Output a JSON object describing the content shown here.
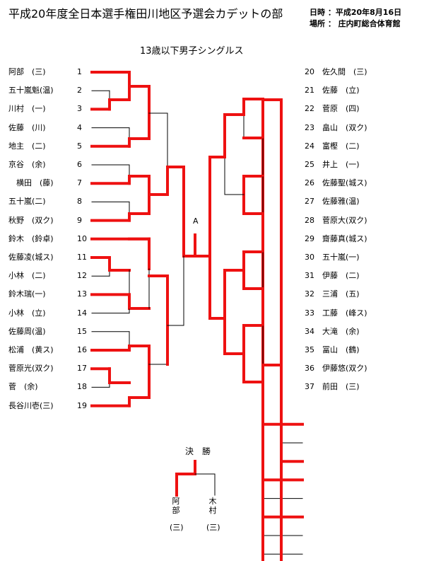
{
  "header": {
    "title": "平成20年度全日本選手権田川地区予選会カデットの部",
    "date_line": "日時 ：平成20年8月16日",
    "place_line": "場所 ： 庄内町総合体育館"
  },
  "subtitle": "13歳以下男子シングルス",
  "left_entries": [
    {
      "name": "阿部　(三)",
      "num": "1"
    },
    {
      "name": "五十嵐魁(温)",
      "num": "2"
    },
    {
      "name": "川村　(一)",
      "num": "3"
    },
    {
      "name": "佐藤　(川)",
      "num": "4"
    },
    {
      "name": "地主　(二)",
      "num": "5"
    },
    {
      "name": "京谷　(余)",
      "num": "6"
    },
    {
      "name": "　横田　(藤)",
      "num": "7"
    },
    {
      "name": "五十嵐(二)",
      "num": "8"
    },
    {
      "name": "秋野　(双ク)",
      "num": "9"
    },
    {
      "name": "鈴木　(鈴卓)",
      "num": "10"
    },
    {
      "name": "佐藤凌(城ス)",
      "num": "11"
    },
    {
      "name": "小林　(二)",
      "num": "12"
    },
    {
      "name": "鈴木瑞(一)",
      "num": "13"
    },
    {
      "name": "小林　(立)",
      "num": "14"
    },
    {
      "name": "佐藤周(温)",
      "num": "15"
    },
    {
      "name": "松浦　(黄ス)",
      "num": "16"
    },
    {
      "name": "菅原光(双ク)",
      "num": "17"
    },
    {
      "name": "菅　(余)",
      "num": "18"
    },
    {
      "name": "長谷川壱(三)",
      "num": "19"
    }
  ],
  "right_entries": [
    {
      "num": "20",
      "name": "佐久間　(三)"
    },
    {
      "num": "21",
      "name": "佐藤　(立)"
    },
    {
      "num": "22",
      "name": "菅原　(四)"
    },
    {
      "num": "23",
      "name": "畠山　(双ク)"
    },
    {
      "num": "24",
      "name": "富樫　(二)"
    },
    {
      "num": "25",
      "name": "井上　(一)"
    },
    {
      "num": "26",
      "name": "佐藤聖(城ス)"
    },
    {
      "num": "27",
      "name": "佐藤雅(温)"
    },
    {
      "num": "28",
      "name": "菅原大(双ク)"
    },
    {
      "num": "29",
      "name": "齋藤真(城ス)"
    },
    {
      "num": "30",
      "name": "五十嵐(一)"
    },
    {
      "num": "31",
      "name": "伊藤　(二)"
    },
    {
      "num": "32",
      "name": "三浦　(五)"
    },
    {
      "num": "33",
      "name": "工藤　(峰ス)"
    },
    {
      "num": "34",
      "name": "大滝　(余)"
    },
    {
      "num": "35",
      "name": "冨山　(鶴)"
    },
    {
      "num": "36",
      "name": "伊藤悠(双ク)"
    },
    {
      "num": "37",
      "name": "前田　(三)"
    }
  ],
  "center_mark": "A",
  "final": {
    "title": "決　勝",
    "left_name": "阿部",
    "left_team": "(三)",
    "right_name": "木村",
    "right_team": "(三)"
  },
  "colors": {
    "winner_line": "#ee1111",
    "normal_line": "#000000"
  }
}
